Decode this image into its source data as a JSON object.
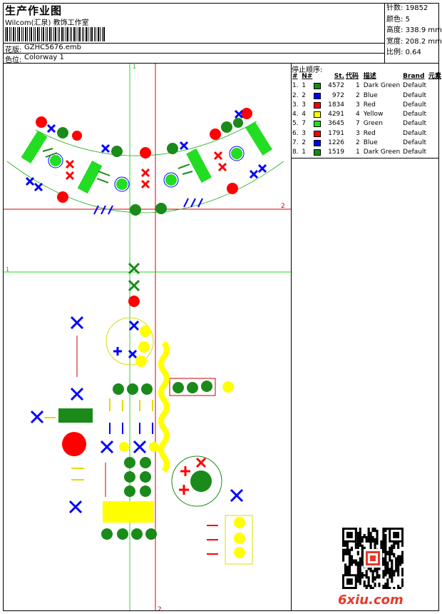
{
  "header": {
    "title": "生产作业图",
    "company": "Wilcom(汇泉) 教饰工作室",
    "design_label": "花版:",
    "design_value": "GZHC5676.emb",
    "colorway_label": "色位:",
    "colorway_value": "Colorway 1"
  },
  "stats": [
    {
      "label": "针数:",
      "value": "19852"
    },
    {
      "label": "颜色:",
      "value": "5"
    },
    {
      "label": "高度:",
      "value": "338.9 mm"
    },
    {
      "label": "宽度:",
      "value": "208.2 mm"
    },
    {
      "label": "比例:",
      "value": "0.64"
    }
  ],
  "sequence": {
    "title": "停止顺序:",
    "columns": [
      "#",
      "N#",
      "St.",
      "代码",
      "描述",
      "Brand",
      "元素"
    ],
    "rows": [
      {
        "num": "1.",
        "n": "1",
        "color": "#1a8a1a",
        "st": "4572",
        "code": "1",
        "desc": "Dark Green",
        "brand": "Default"
      },
      {
        "num": "2.",
        "n": "2",
        "color": "#0000ff",
        "st": "972",
        "code": "2",
        "desc": "Blue",
        "brand": "Default"
      },
      {
        "num": "3.",
        "n": "3",
        "color": "#ff0000",
        "st": "1834",
        "code": "3",
        "desc": "Red",
        "brand": "Default"
      },
      {
        "num": "4.",
        "n": "4",
        "color": "#ffff00",
        "st": "4291",
        "code": "4",
        "desc": "Yellow",
        "brand": "Default"
      },
      {
        "num": "5.",
        "n": "7",
        "color": "#22dd22",
        "st": "3645",
        "code": "7",
        "desc": "Green",
        "brand": "Default"
      },
      {
        "num": "6.",
        "n": "3",
        "color": "#ff0000",
        "st": "1791",
        "code": "3",
        "desc": "Red",
        "brand": "Default"
      },
      {
        "num": "7.",
        "n": "2",
        "color": "#0000ff",
        "st": "1226",
        "code": "2",
        "desc": "Blue",
        "brand": "Default"
      },
      {
        "num": "8.",
        "n": "1",
        "color": "#1a8a1a",
        "st": "1519",
        "code": "1",
        "desc": "Dark Green",
        "brand": "Default"
      }
    ]
  },
  "guides": {
    "label_1": "1",
    "label_2": "2"
  },
  "watermark": "6xiu.com",
  "colors": {
    "dark_green": "#1a8a1a",
    "green": "#22dd22",
    "blue": "#0000ff",
    "red": "#ff0000",
    "yellow": "#ffff00"
  }
}
